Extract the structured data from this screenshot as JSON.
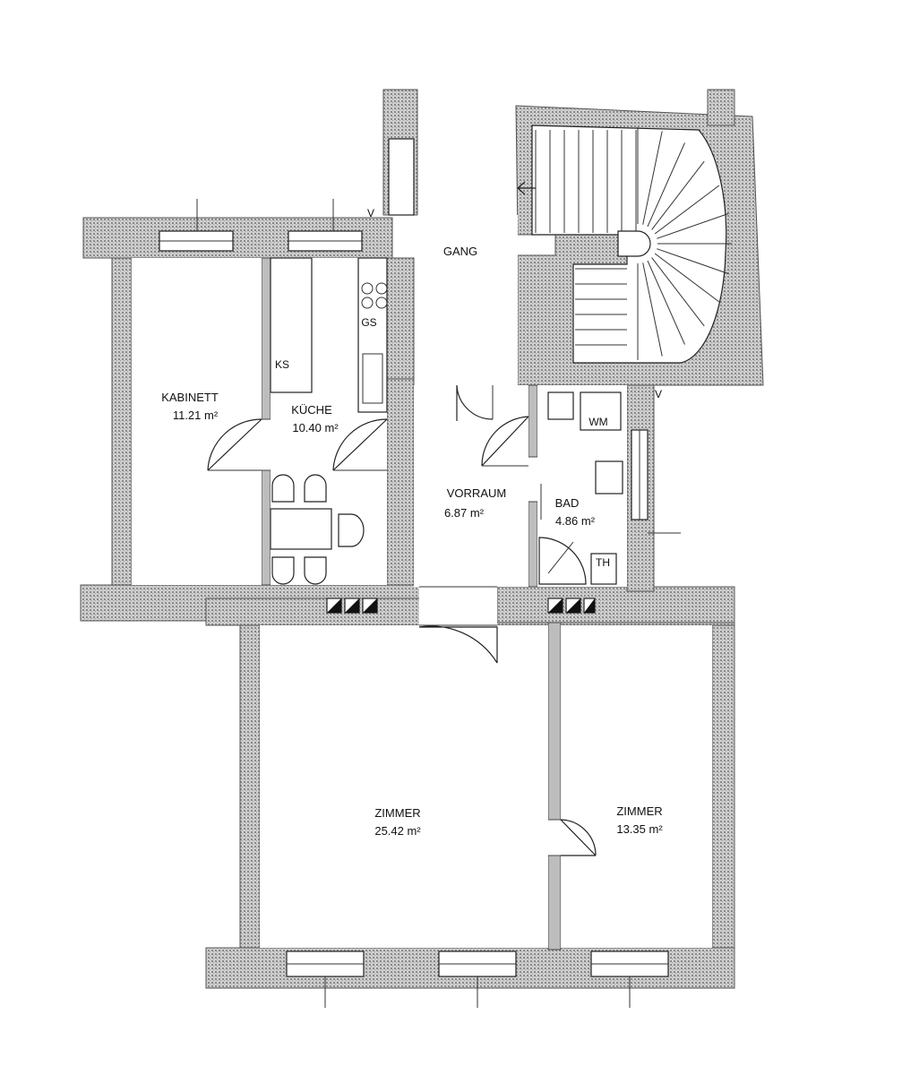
{
  "rooms": [
    {
      "name": "KABINETT",
      "area": "11.21 m²"
    },
    {
      "name": "KÜCHE",
      "area": "10.40 m²"
    },
    {
      "name": "VORRAUM",
      "area": "6.87 m²"
    },
    {
      "name": "BAD",
      "area": "4.86 m²"
    },
    {
      "name": "ZIMMER",
      "area": "25.42 m²"
    },
    {
      "name": "ZIMMER",
      "area": "13.35 m²"
    }
  ],
  "corridor": "GANG",
  "fixtures": {
    "fridge": "KS",
    "stove": "GS",
    "washer": "WM",
    "water_heater": "TH",
    "vent": "V"
  }
}
